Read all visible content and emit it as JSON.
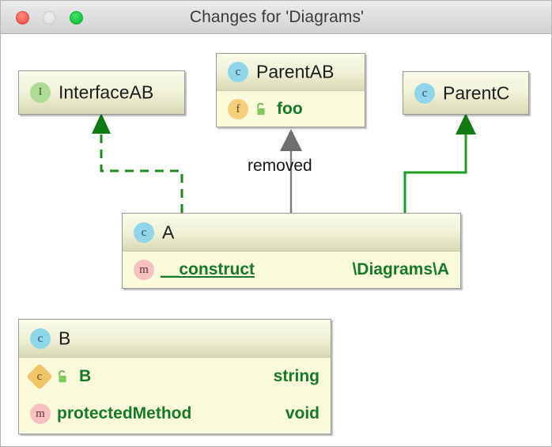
{
  "window": {
    "title": "Changes for 'Diagrams'",
    "controls": [
      {
        "name": "close",
        "color": "#f85a4e"
      },
      {
        "name": "minimize",
        "color": "#e2e2e2"
      },
      {
        "name": "maximize",
        "color": "#16c53f"
      }
    ]
  },
  "colors": {
    "added": "#1b8a1b",
    "removed": "#6e6e6e",
    "member_text": "#147a23",
    "box_fill": "#fbfbdc",
    "header_fill": "#e9ead0",
    "canvas": "#ffffff"
  },
  "diagram": {
    "nodes": [
      {
        "id": "InterfaceAB",
        "kind": "interface",
        "badge": "I",
        "title": "InterfaceAB",
        "members": []
      },
      {
        "id": "ParentAB",
        "kind": "class",
        "badge": "c",
        "title": "ParentAB",
        "members": [
          {
            "badge": "f",
            "kind": "field",
            "visibility": "protected",
            "lock": true,
            "name": "foo",
            "type": ""
          }
        ]
      },
      {
        "id": "ParentC",
        "kind": "class",
        "badge": "c",
        "title": "ParentC",
        "members": []
      },
      {
        "id": "A",
        "kind": "class",
        "badge": "c",
        "title": "A",
        "members": [
          {
            "badge": "m",
            "kind": "method",
            "visibility": "public",
            "lock": false,
            "name": "__construct",
            "type": "\\Diagrams\\A",
            "underline": true
          }
        ]
      },
      {
        "id": "B",
        "kind": "class",
        "badge": "c",
        "title": "B",
        "members": [
          {
            "badge": "c",
            "kind": "constant",
            "visibility": "protected",
            "lock": true,
            "name": "B",
            "type": "string"
          },
          {
            "badge": "m",
            "kind": "method",
            "visibility": "public",
            "lock": false,
            "name": "protectedMethod",
            "type": "void"
          }
        ]
      }
    ],
    "edges": [
      {
        "from": "A",
        "to": "InterfaceAB",
        "style": "dashed",
        "state": "added",
        "label": ""
      },
      {
        "from": "A",
        "to": "ParentAB",
        "style": "solid",
        "state": "removed",
        "label": "removed"
      },
      {
        "from": "A",
        "to": "ParentC",
        "style": "solid",
        "state": "added",
        "label": ""
      }
    ]
  }
}
